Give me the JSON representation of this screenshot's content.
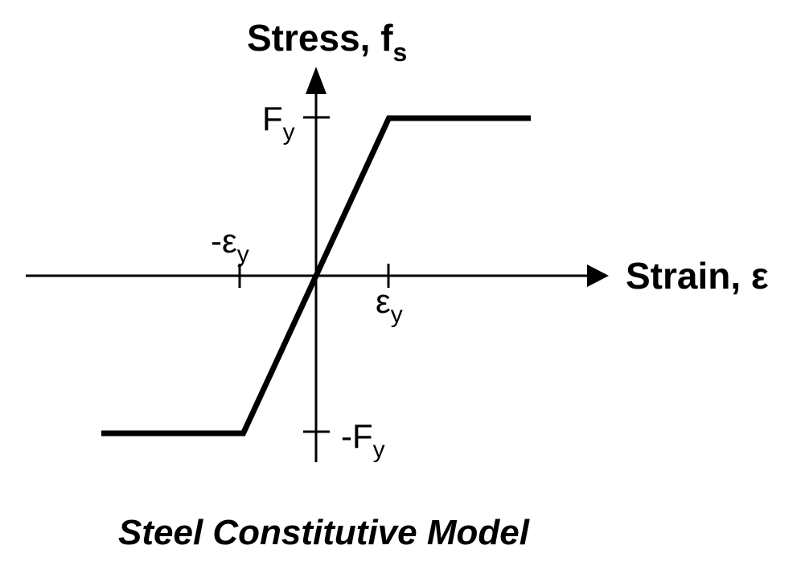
{
  "figure": {
    "y_axis_label": {
      "main": "Stress, f",
      "sub": "s"
    },
    "x_axis_label": "Strain, ε",
    "tick_labels": {
      "pos_stress": {
        "main": "F",
        "sub": "y"
      },
      "neg_stress": {
        "main": "-F",
        "sub": "y"
      },
      "pos_strain": {
        "main": "ε",
        "sub": "y"
      },
      "neg_strain": {
        "main": "-ε",
        "sub": "y"
      }
    },
    "caption": "Steel Constitutive Model",
    "colors": {
      "ink": "#000000",
      "background": "#ffffff"
    }
  },
  "chart_data": {
    "type": "line",
    "title": "Steel Constitutive Model",
    "xlabel": "Strain, ε",
    "ylabel": "Stress, fs",
    "grid": false,
    "legend": false,
    "x_ticks": [
      "-εy",
      "εy"
    ],
    "y_ticks": [
      "Fy",
      "-Fy"
    ],
    "description": "Elastic perfectly-plastic steel stress-strain relationship: linear through origin with yield plateaus at ±Fy beyond strains of ±εy",
    "series": [
      {
        "name": "steel stress-strain curve",
        "points_in_yield_units": [
          {
            "strain": -2.95,
            "stress": -1
          },
          {
            "strain": -1.0,
            "stress": -1
          },
          {
            "strain": 1.0,
            "stress": 1
          },
          {
            "strain": 2.95,
            "stress": 1
          }
        ]
      }
    ]
  }
}
